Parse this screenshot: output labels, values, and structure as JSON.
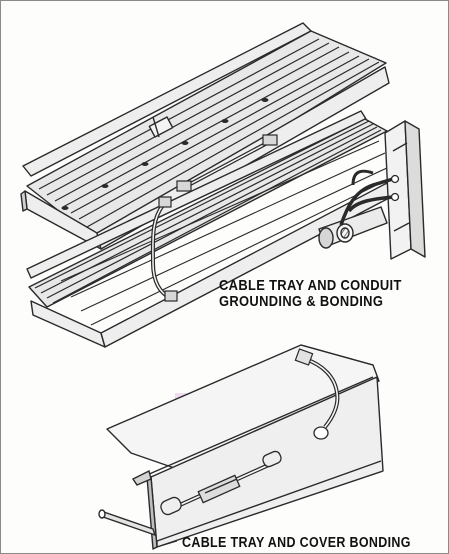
{
  "captions": {
    "tray_conduit_line1": "CABLE TRAY AND CONDUIT",
    "tray_conduit_line2": "GROUNDING & BONDING",
    "tray_cover": "CABLE TRAY AND COVER BONDING"
  },
  "colors": {
    "line": "#2a2a2a",
    "tray_fill": "#ececec",
    "cable_fill": "#e4e4e4",
    "highlight": "#e9cbe9"
  }
}
